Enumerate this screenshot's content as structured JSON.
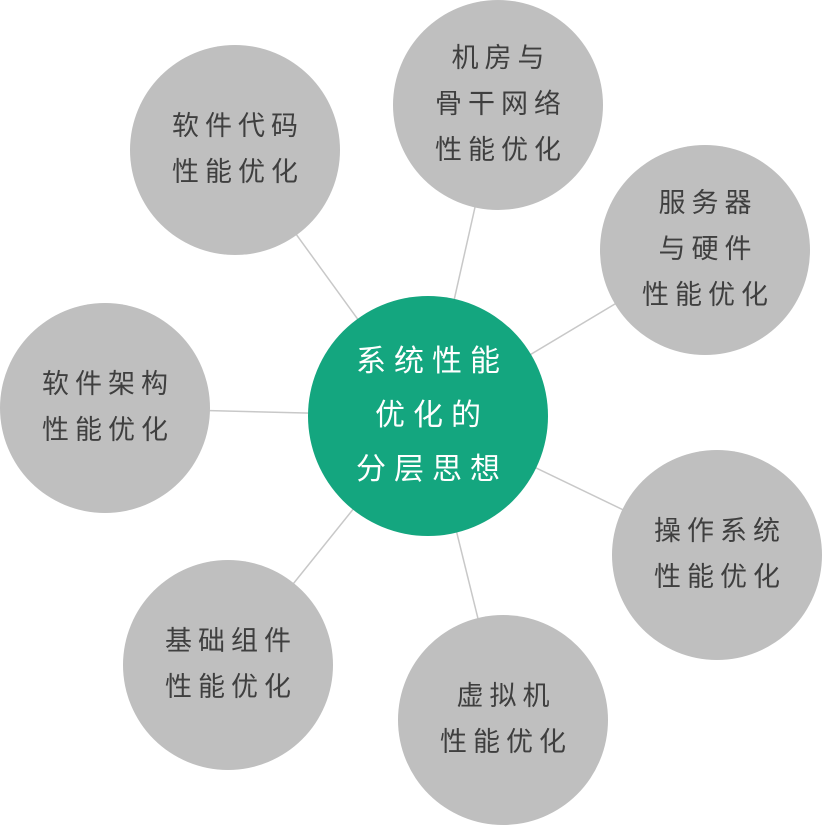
{
  "diagram": {
    "center": {
      "lines": [
        "系统性能",
        "优化的",
        "分层思想"
      ]
    },
    "nodes": [
      {
        "id": "software-code",
        "lines": [
          "软件代码",
          "性能优化"
        ]
      },
      {
        "id": "datacenter-network",
        "lines": [
          "机房与",
          "骨干网络",
          "性能优化"
        ]
      },
      {
        "id": "server-hardware",
        "lines": [
          "服务器",
          "与硬件",
          "性能优化"
        ]
      },
      {
        "id": "software-architecture",
        "lines": [
          "软件架构",
          "性能优化"
        ]
      },
      {
        "id": "operating-system",
        "lines": [
          "操作系统",
          "性能优化"
        ]
      },
      {
        "id": "base-components",
        "lines": [
          "基础组件",
          "性能优化"
        ]
      },
      {
        "id": "virtual-machine",
        "lines": [
          "虚拟机",
          "性能优化"
        ]
      }
    ],
    "colors": {
      "center": "#14a67f",
      "node": "#bfbfbf",
      "connector": "#c8c8c8",
      "node_text": "#3f3f3f",
      "center_text": "#ffffff"
    }
  }
}
